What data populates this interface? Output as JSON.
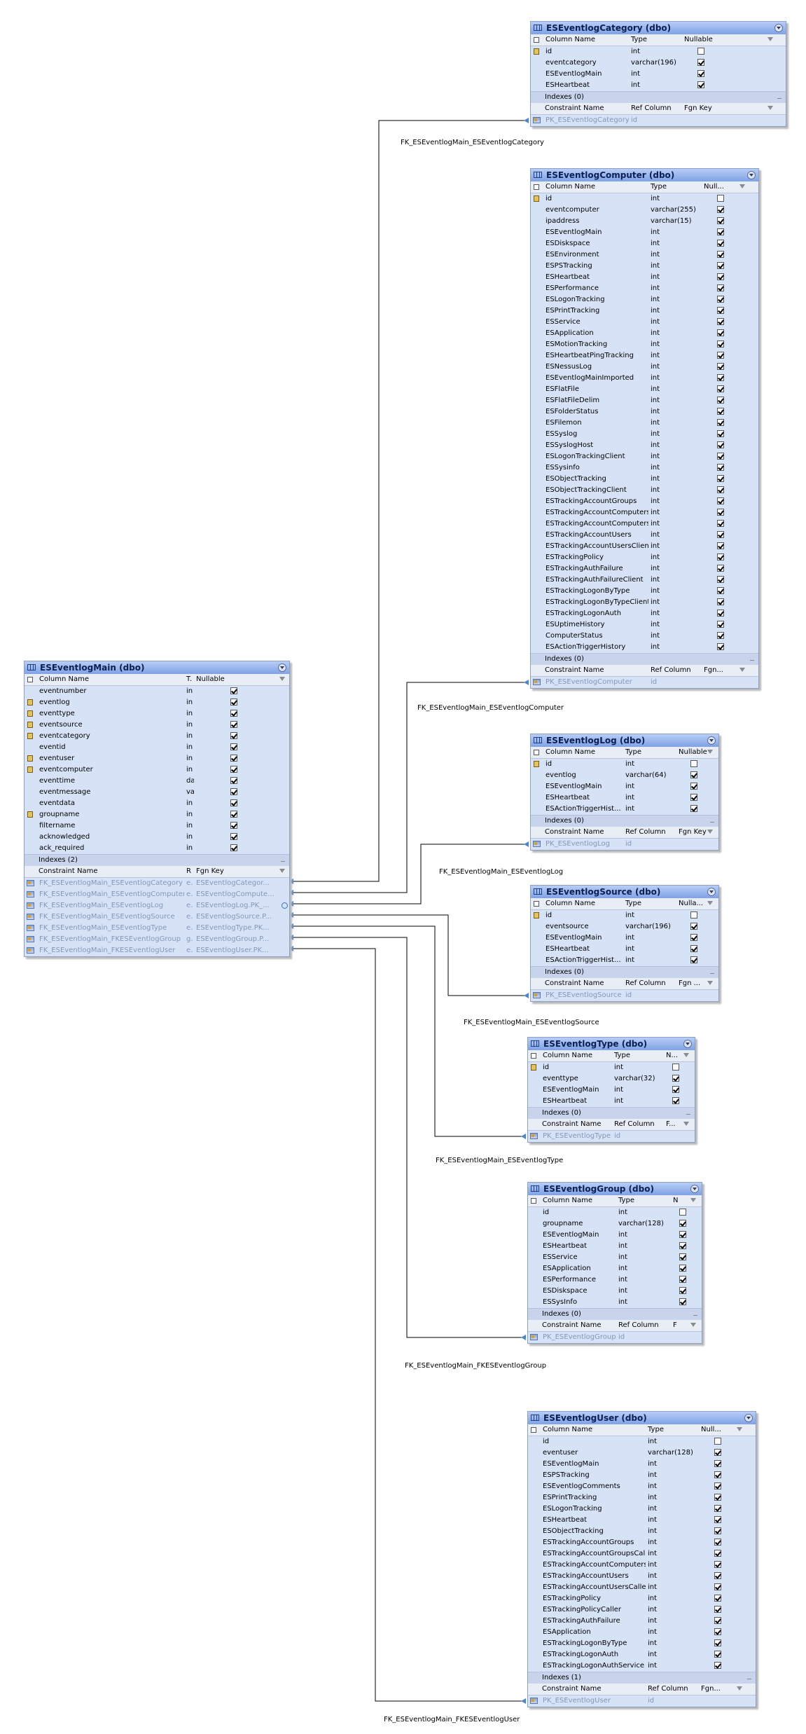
{
  "accent_colors": {
    "header": "#7fa2e6",
    "body": "#d6e2f6",
    "link_line": "#000000",
    "constraint_text": "#8596b8"
  },
  "labels": {
    "indexes_prefix": "Indexes"
  },
  "main_table": {
    "title": "ESEventlogMain (dbo)",
    "headers": [
      "Column Name",
      "T.",
      "Nullable"
    ],
    "columns": [
      {
        "name": "eventnumber",
        "type": "in",
        "nullable": true,
        "key": false
      },
      {
        "name": "eventlog",
        "type": "in",
        "nullable": true,
        "key": true
      },
      {
        "name": "eventtype",
        "type": "in",
        "nullable": true,
        "key": true
      },
      {
        "name": "eventsource",
        "type": "in",
        "nullable": true,
        "key": true
      },
      {
        "name": "eventcategory",
        "type": "in",
        "nullable": true,
        "key": true
      },
      {
        "name": "eventid",
        "type": "in",
        "nullable": true,
        "key": false
      },
      {
        "name": "eventuser",
        "type": "in",
        "nullable": true,
        "key": true
      },
      {
        "name": "eventcomputer",
        "type": "in",
        "nullable": true,
        "key": true
      },
      {
        "name": "eventtime",
        "type": "da",
        "nullable": true,
        "key": false
      },
      {
        "name": "eventmessage",
        "type": "va",
        "nullable": true,
        "key": false
      },
      {
        "name": "eventdata",
        "type": "in",
        "nullable": true,
        "key": false
      },
      {
        "name": "groupname",
        "type": "in",
        "nullable": true,
        "key": true
      },
      {
        "name": "filtername",
        "type": "in",
        "nullable": true,
        "key": false
      },
      {
        "name": "acknowledged",
        "type": "in",
        "nullable": true,
        "key": false
      },
      {
        "name": "ack_required",
        "type": "in",
        "nullable": true,
        "key": false
      }
    ],
    "indexes": "Indexes (2)",
    "constraint_headers": [
      "Constraint Name",
      "R",
      "Fgn Key"
    ],
    "constraints": [
      {
        "name": "FK_ESEventlogMain_ESEventlogCategory",
        "ref": "e.",
        "fk": "ESEventlogCategor..."
      },
      {
        "name": "FK_ESEventlogMain_ESEventlogComputer",
        "ref": "e.",
        "fk": "ESEventlogCompute..."
      },
      {
        "name": "FK_ESEventlogMain_ESEventlogLog",
        "ref": "e.",
        "fk": "ESEventlogLog.PK_..."
      },
      {
        "name": "FK_ESEventlogMain_ESEventlogSource",
        "ref": "e.",
        "fk": "ESEventlogSource.P..."
      },
      {
        "name": "FK_ESEventlogMain_ESEventlogType",
        "ref": "e.",
        "fk": "ESEventlogType.PK..."
      },
      {
        "name": "FK_ESEventlogMain_FKESEventlogGroup",
        "ref": "g.",
        "fk": "ESEventlogGroup.P..."
      },
      {
        "name": "FK_ESEventlogMain_FKESEventlogUser",
        "ref": "e.",
        "fk": "ESEventlogUser.PK..."
      }
    ]
  },
  "tables": [
    {
      "title": "ESEventlogCategory (dbo)",
      "headers": [
        "Column Name",
        "Type",
        "Nullable"
      ],
      "constraint_headers": [
        "Constraint Name",
        "Ref Column",
        "Fgn Key"
      ],
      "columns": [
        {
          "name": "id",
          "type": "int",
          "nullable": false,
          "key": true
        },
        {
          "name": "eventcategory",
          "type": "varchar(196)",
          "nullable": true,
          "key": false
        },
        {
          "name": "ESEventlogMain",
          "type": "int",
          "nullable": true,
          "key": false
        },
        {
          "name": "ESHeartbeat",
          "type": "int",
          "nullable": true,
          "key": false
        }
      ],
      "indexes": "Indexes (0)",
      "pk": {
        "name": "PK_ESEventlogCategory",
        "ref": "id"
      },
      "fk_label": "FK_ESEventlogMain_ESEventlogCategory"
    },
    {
      "title": "ESEventlogComputer (dbo)",
      "headers": [
        "Column Name",
        "Type",
        "Null..."
      ],
      "constraint_headers": [
        "Constraint Name",
        "Ref Column",
        "Fgn..."
      ],
      "columns": [
        {
          "name": "id",
          "type": "int",
          "nullable": false,
          "key": true
        },
        {
          "name": "eventcomputer",
          "type": "varchar(255)",
          "nullable": true,
          "key": false
        },
        {
          "name": "ipaddress",
          "type": "varchar(15)",
          "nullable": true,
          "key": false
        },
        {
          "name": "ESEventlogMain",
          "type": "int",
          "nullable": true,
          "key": false
        },
        {
          "name": "ESDiskspace",
          "type": "int",
          "nullable": true,
          "key": false
        },
        {
          "name": "ESEnvironment",
          "type": "int",
          "nullable": true,
          "key": false
        },
        {
          "name": "ESPSTracking",
          "type": "int",
          "nullable": true,
          "key": false
        },
        {
          "name": "ESHeartbeat",
          "type": "int",
          "nullable": true,
          "key": false
        },
        {
          "name": "ESPerformance",
          "type": "int",
          "nullable": true,
          "key": false
        },
        {
          "name": "ESLogonTracking",
          "type": "int",
          "nullable": true,
          "key": false
        },
        {
          "name": "ESPrintTracking",
          "type": "int",
          "nullable": true,
          "key": false
        },
        {
          "name": "ESService",
          "type": "int",
          "nullable": true,
          "key": false
        },
        {
          "name": "ESApplication",
          "type": "int",
          "nullable": true,
          "key": false
        },
        {
          "name": "ESMotionTracking",
          "type": "int",
          "nullable": true,
          "key": false
        },
        {
          "name": "ESHeartbeatPingTracking",
          "type": "int",
          "nullable": true,
          "key": false
        },
        {
          "name": "ESNessusLog",
          "type": "int",
          "nullable": true,
          "key": false
        },
        {
          "name": "ESEventlogMainImported",
          "type": "int",
          "nullable": true,
          "key": false
        },
        {
          "name": "ESFlatFile",
          "type": "int",
          "nullable": true,
          "key": false
        },
        {
          "name": "ESFlatFileDelim",
          "type": "int",
          "nullable": true,
          "key": false
        },
        {
          "name": "ESFolderStatus",
          "type": "int",
          "nullable": true,
          "key": false
        },
        {
          "name": "ESFilemon",
          "type": "int",
          "nullable": true,
          "key": false
        },
        {
          "name": "ESSyslog",
          "type": "int",
          "nullable": true,
          "key": false
        },
        {
          "name": "ESSyslogHost",
          "type": "int",
          "nullable": true,
          "key": false
        },
        {
          "name": "ESLogonTrackingClient",
          "type": "int",
          "nullable": true,
          "key": false
        },
        {
          "name": "ESSysinfo",
          "type": "int",
          "nullable": true,
          "key": false
        },
        {
          "name": "ESObjectTracking",
          "type": "int",
          "nullable": true,
          "key": false
        },
        {
          "name": "ESObjectTrackingClient",
          "type": "int",
          "nullable": true,
          "key": false
        },
        {
          "name": "ESTrackingAccountGroups",
          "type": "int",
          "nullable": true,
          "key": false
        },
        {
          "name": "ESTrackingAccountComputers",
          "type": "int",
          "nullable": true,
          "key": false
        },
        {
          "name": "ESTrackingAccountComputersCli",
          "type": "int",
          "nullable": true,
          "key": false
        },
        {
          "name": "ESTrackingAccountUsers",
          "type": "int",
          "nullable": true,
          "key": false
        },
        {
          "name": "ESTrackingAccountUsersClient",
          "type": "int",
          "nullable": true,
          "key": false
        },
        {
          "name": "ESTrackingPolicy",
          "type": "int",
          "nullable": true,
          "key": false
        },
        {
          "name": "ESTrackingAuthFailure",
          "type": "int",
          "nullable": true,
          "key": false
        },
        {
          "name": "ESTrackingAuthFailureClient",
          "type": "int",
          "nullable": true,
          "key": false
        },
        {
          "name": "ESTrackingLogonByType",
          "type": "int",
          "nullable": true,
          "key": false
        },
        {
          "name": "ESTrackingLogonByTypeClient",
          "type": "int",
          "nullable": true,
          "key": false
        },
        {
          "name": "ESTrackingLogonAuth",
          "type": "int",
          "nullable": true,
          "key": false
        },
        {
          "name": "ESUptimeHistory",
          "type": "int",
          "nullable": true,
          "key": false
        },
        {
          "name": "ComputerStatus",
          "type": "int",
          "nullable": true,
          "key": false
        },
        {
          "name": "ESActionTriggerHistory",
          "type": "int",
          "nullable": true,
          "key": false
        }
      ],
      "indexes": "Indexes (0)",
      "pk": {
        "name": "PK_ESEventlogComputer",
        "ref": "id"
      },
      "fk_label": "FK_ESEventlogMain_ESEventlogComputer"
    },
    {
      "title": "ESEventlogLog (dbo)",
      "headers": [
        "Column Name",
        "Type",
        "Nullable"
      ],
      "constraint_headers": [
        "Constraint Name",
        "Ref Column",
        "Fgn Key"
      ],
      "columns": [
        {
          "name": "id",
          "type": "int",
          "nullable": false,
          "key": true
        },
        {
          "name": "eventlog",
          "type": "varchar(64)",
          "nullable": true,
          "key": false
        },
        {
          "name": "ESEventlogMain",
          "type": "int",
          "nullable": true,
          "key": false
        },
        {
          "name": "ESHeartbeat",
          "type": "int",
          "nullable": true,
          "key": false
        },
        {
          "name": "ESActionTriggerHist...",
          "type": "int",
          "nullable": true,
          "key": false
        }
      ],
      "indexes": "Indexes (0)",
      "pk": {
        "name": "PK_ESEventlogLog",
        "ref": "id"
      },
      "fk_label": "FK_ESEventlogMain_ESEventlogLog"
    },
    {
      "title": "ESEventlogSource (dbo)",
      "headers": [
        "Column Name",
        "Type",
        "Nulla..."
      ],
      "constraint_headers": [
        "Constraint Name",
        "Ref Column",
        "Fgn ..."
      ],
      "columns": [
        {
          "name": "id",
          "type": "int",
          "nullable": false,
          "key": true
        },
        {
          "name": "eventsource",
          "type": "varchar(196)",
          "nullable": true,
          "key": false
        },
        {
          "name": "ESEventlogMain",
          "type": "int",
          "nullable": true,
          "key": false
        },
        {
          "name": "ESHeartbeat",
          "type": "int",
          "nullable": true,
          "key": false
        },
        {
          "name": "ESActionTriggerHist...",
          "type": "int",
          "nullable": true,
          "key": false
        }
      ],
      "indexes": "Indexes (0)",
      "pk": {
        "name": "PK_ESEventlogSource",
        "ref": "id"
      },
      "fk_label": "FK_ESEventlogMain_ESEventlogSource"
    },
    {
      "title": "ESEventlogType (dbo)",
      "headers": [
        "Column Name",
        "Type",
        "N..."
      ],
      "constraint_headers": [
        "Constraint Name",
        "Ref Column",
        "F..."
      ],
      "columns": [
        {
          "name": "id",
          "type": "int",
          "nullable": false,
          "key": true
        },
        {
          "name": "eventtype",
          "type": "varchar(32)",
          "nullable": true,
          "key": false
        },
        {
          "name": "ESEventlogMain",
          "type": "int",
          "nullable": true,
          "key": false
        },
        {
          "name": "ESHeartbeat",
          "type": "int",
          "nullable": true,
          "key": false
        }
      ],
      "indexes": "Indexes (0)",
      "pk": {
        "name": "PK_ESEventlogType",
        "ref": "id"
      },
      "fk_label": "FK_ESEventlogMain_ESEventlogType"
    },
    {
      "title": "ESEventlogGroup (dbo)",
      "headers": [
        "Column Name",
        "Type",
        "N"
      ],
      "constraint_headers": [
        "Constraint Name",
        "Ref Column",
        "F"
      ],
      "columns": [
        {
          "name": "id",
          "type": "int",
          "nullable": false,
          "key": false
        },
        {
          "name": "groupname",
          "type": "varchar(128)",
          "nullable": true,
          "key": false
        },
        {
          "name": "ESEventlogMain",
          "type": "int",
          "nullable": true,
          "key": false
        },
        {
          "name": "ESHeartbeat",
          "type": "int",
          "nullable": true,
          "key": false
        },
        {
          "name": "ESService",
          "type": "int",
          "nullable": true,
          "key": false
        },
        {
          "name": "ESApplication",
          "type": "int",
          "nullable": true,
          "key": false
        },
        {
          "name": "ESPerformance",
          "type": "int",
          "nullable": true,
          "key": false
        },
        {
          "name": "ESDiskspace",
          "type": "int",
          "nullable": true,
          "key": false
        },
        {
          "name": "ESSysInfo",
          "type": "int",
          "nullable": true,
          "key": false
        }
      ],
      "indexes": "Indexes (0)",
      "pk": {
        "name": "PK_ESEventlogGroup",
        "ref": "id"
      },
      "fk_label": "FK_ESEventlogMain_FKESEventlogGroup"
    },
    {
      "title": "ESEventlogUser (dbo)",
      "headers": [
        "Column Name",
        "Type",
        "Null..."
      ],
      "constraint_headers": [
        "Constraint Name",
        "Ref Column",
        "Fgn..."
      ],
      "columns": [
        {
          "name": "id",
          "type": "int",
          "nullable": false,
          "key": false
        },
        {
          "name": "eventuser",
          "type": "varchar(128)",
          "nullable": true,
          "key": false
        },
        {
          "name": "ESEventlogMain",
          "type": "int",
          "nullable": true,
          "key": false
        },
        {
          "name": "ESPSTracking",
          "type": "int",
          "nullable": true,
          "key": false
        },
        {
          "name": "ESEventlogComments",
          "type": "int",
          "nullable": true,
          "key": false
        },
        {
          "name": "ESPrintTracking",
          "type": "int",
          "nullable": true,
          "key": false
        },
        {
          "name": "ESLogonTracking",
          "type": "int",
          "nullable": true,
          "key": false
        },
        {
          "name": "ESHeartbeat",
          "type": "int",
          "nullable": true,
          "key": false
        },
        {
          "name": "ESObjectTracking",
          "type": "int",
          "nullable": true,
          "key": false
        },
        {
          "name": "ESTrackingAccountGroups",
          "type": "int",
          "nullable": true,
          "key": false
        },
        {
          "name": "ESTrackingAccountGroupsCaller",
          "type": "int",
          "nullable": true,
          "key": false
        },
        {
          "name": "ESTrackingAccountComputersCl",
          "type": "int",
          "nullable": true,
          "key": false
        },
        {
          "name": "ESTrackingAccountUsers",
          "type": "int",
          "nullable": true,
          "key": false
        },
        {
          "name": "ESTrackingAccountUsersCaller",
          "type": "int",
          "nullable": true,
          "key": false
        },
        {
          "name": "ESTrackingPolicy",
          "type": "int",
          "nullable": true,
          "key": false
        },
        {
          "name": "ESTrackingPolicyCaller",
          "type": "int",
          "nullable": true,
          "key": false
        },
        {
          "name": "ESTrackingAuthFailure",
          "type": "int",
          "nullable": true,
          "key": false
        },
        {
          "name": "ESApplication",
          "type": "int",
          "nullable": true,
          "key": false
        },
        {
          "name": "ESTrackingLogonByType",
          "type": "int",
          "nullable": true,
          "key": false
        },
        {
          "name": "ESTrackingLogonAuth",
          "type": "int",
          "nullable": true,
          "key": false
        },
        {
          "name": "ESTrackingLogonAuthService",
          "type": "int",
          "nullable": true,
          "key": false
        }
      ],
      "indexes": "Indexes (1)",
      "pk": {
        "name": "PK_ESEventlogUser",
        "ref": "id"
      },
      "fk_label": "FK_ESEventlogMain_FKESEventlogUser"
    }
  ]
}
